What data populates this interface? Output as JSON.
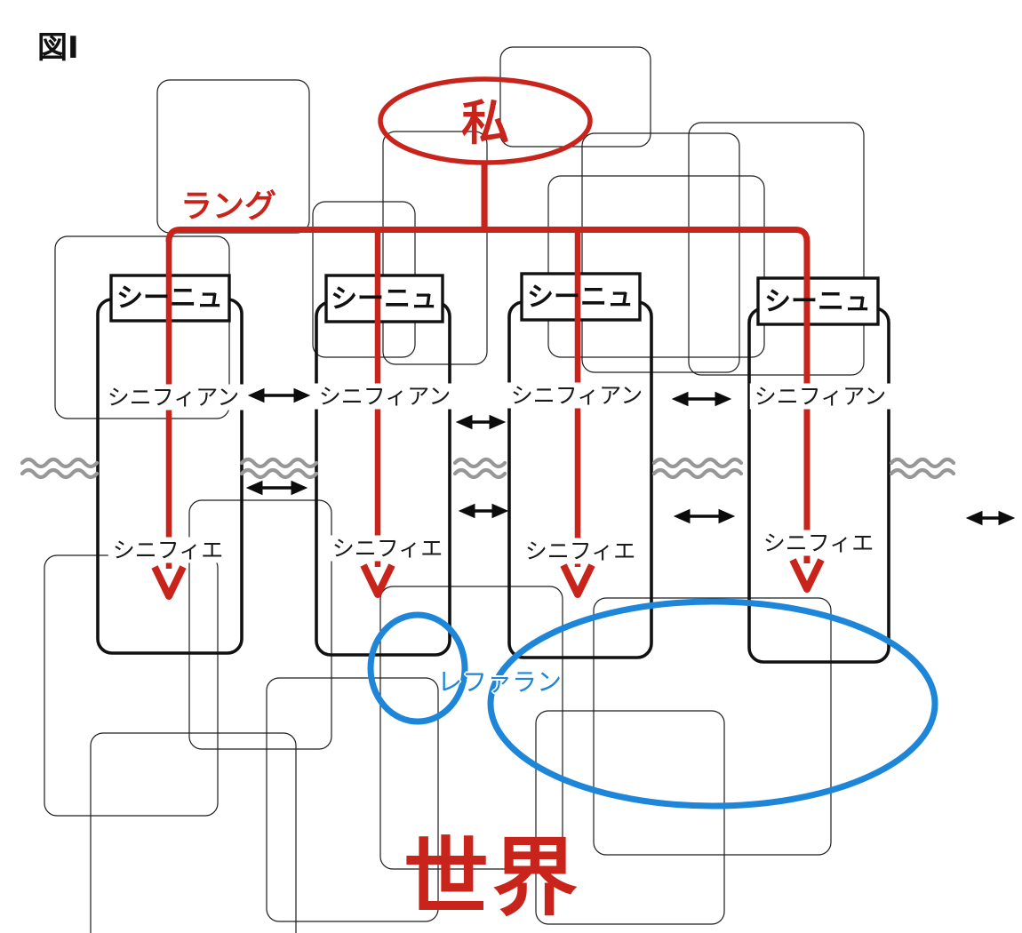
{
  "figure": {
    "caption": "図Ⅰ"
  },
  "nodes": {
    "self": {
      "label": "私"
    },
    "langue": {
      "label": "ラング"
    },
    "referent": {
      "label": "レファラン"
    },
    "world": {
      "label": "世界"
    }
  },
  "signs": [
    {
      "title": "シーニュ",
      "signifier": "シニフィアン",
      "signified": "シニフィエ"
    },
    {
      "title": "シーニュ",
      "signifier": "シニフィアン",
      "signified": "シニフィエ"
    },
    {
      "title": "シーニュ",
      "signifier": "シニフィアン",
      "signified": "シニフィエ"
    },
    {
      "title": "シーニュ",
      "signifier": "シニフィアン",
      "signified": "シニフィエ"
    }
  ],
  "colors": {
    "red": "#c9241c",
    "blue": "#1d86d8",
    "gray": "#979797",
    "black": "#111111"
  }
}
